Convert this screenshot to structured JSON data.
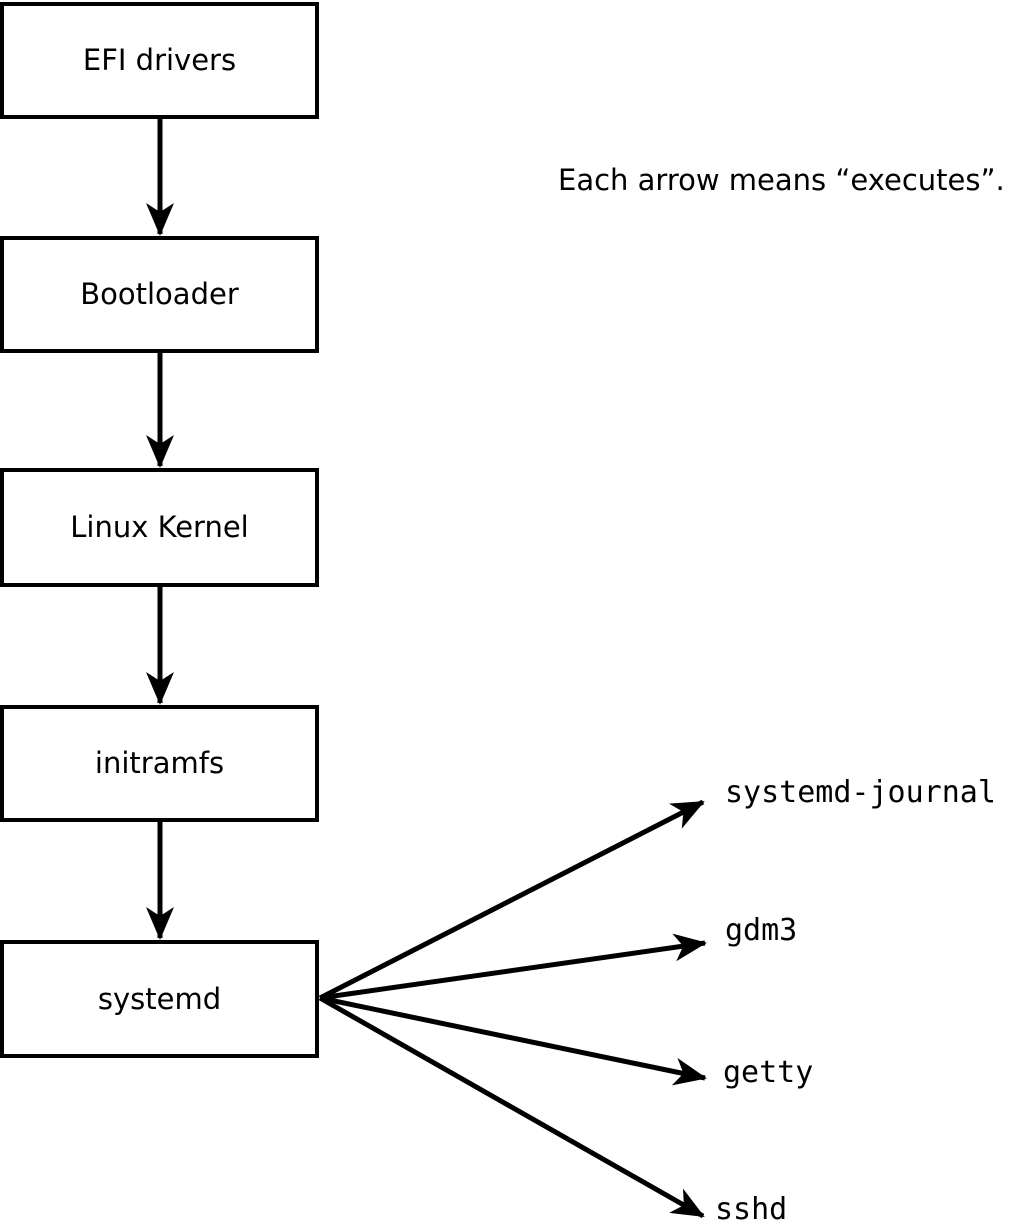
{
  "caption": "Each arrow means “executes”.",
  "nodes": [
    {
      "label": "EFI drivers"
    },
    {
      "label": "Bootloader"
    },
    {
      "label": "Linux Kernel"
    },
    {
      "label": "initramfs"
    },
    {
      "label": "systemd"
    }
  ],
  "processes": [
    {
      "label": "systemd-journal"
    },
    {
      "label": "gdm3"
    },
    {
      "label": "getty"
    },
    {
      "label": "sshd"
    }
  ],
  "colors": {
    "stroke": "#000000",
    "background": "#ffffff"
  }
}
